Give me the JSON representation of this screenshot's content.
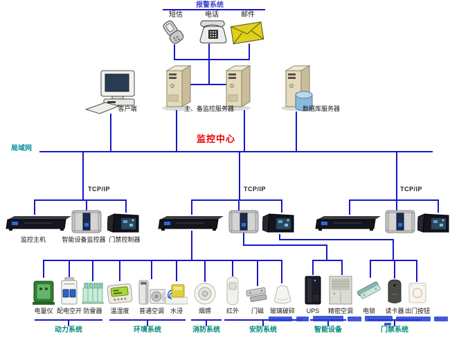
{
  "alarm": {
    "title": "报警系统",
    "channels": [
      {
        "label": "短信",
        "icon": "mobile-phone-icon"
      },
      {
        "label": "电话",
        "icon": "desk-phone-icon"
      },
      {
        "label": "邮件",
        "icon": "envelope-icon"
      }
    ]
  },
  "nodes": {
    "client": "客户端",
    "servers": "主、备监控服务器",
    "database": "数据库服务器"
  },
  "center": {
    "title": "监控中心",
    "lan": "局域网"
  },
  "network": {
    "protocol": "TCP/IP"
  },
  "controllers": {
    "host": "监控主机",
    "device_monitor": "智能设备监控器",
    "access_controller": "门禁控制器"
  },
  "devices": [
    {
      "label": "电量仪",
      "icon": "power-meter-icon"
    },
    {
      "label": "配电空开",
      "icon": "circuit-breaker-icon"
    },
    {
      "label": "防雷器",
      "icon": "surge-protector-icon"
    },
    {
      "label": "温湿度",
      "icon": "temp-humidity-sensor-icon"
    },
    {
      "label": "普通空调",
      "icon": "air-conditioner-icon"
    },
    {
      "label": "水浸",
      "icon": "water-leak-sensor-icon"
    },
    {
      "label": "烟感",
      "icon": "smoke-detector-icon"
    },
    {
      "label": "红外",
      "icon": "infrared-detector-icon"
    },
    {
      "label": "门磁",
      "icon": "door-contact-icon"
    },
    {
      "label": "玻璃破碎",
      "icon": "glass-break-sensor-icon"
    },
    {
      "label": "UPS",
      "icon": "ups-tower-icon"
    },
    {
      "label": "精密空调",
      "icon": "precision-ac-icon"
    },
    {
      "label": "电锁",
      "icon": "electric-lock-icon"
    },
    {
      "label": "读卡器",
      "icon": "card-reader-icon"
    },
    {
      "label": "出门按钮",
      "icon": "exit-button-icon"
    }
  ],
  "groups": [
    {
      "label": "动力系统"
    },
    {
      "label": "环境系统"
    },
    {
      "label": "消防系统"
    },
    {
      "label": "安防系统"
    },
    {
      "label": "智能设备"
    },
    {
      "label": "门禁系统"
    }
  ],
  "colors": {
    "connector_line": "#1715c6",
    "monitoring_center_red": "#e60000",
    "lan_teal": "#0b8fa0",
    "group_label_teal": "#00897b",
    "alarm_title_blue": "#3a46c8",
    "watermark_blue": "#2741d6",
    "envelope_yellow": "#e0cf1e"
  }
}
